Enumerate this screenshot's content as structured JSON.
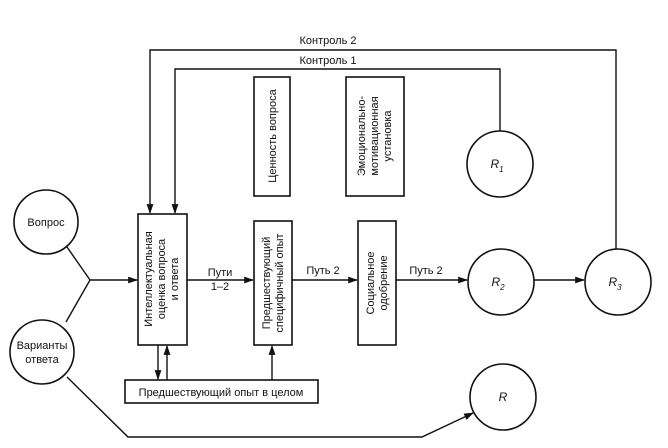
{
  "diagram": {
    "nodes": {
      "question": {
        "label": "Вопрос"
      },
      "answer_options": {
        "label_line1": "Варианты",
        "label_line2": "ответа"
      },
      "intellectual_eval": {
        "line1": "Интеллектуальная",
        "line2": "оценка вопроса",
        "line3": "и ответа"
      },
      "question_value": {
        "line1": "Ценность вопроса"
      },
      "emotional_motivation": {
        "line1": "Эмоционально-",
        "line2": "мотивационная",
        "line3": "установка"
      },
      "specific_experience": {
        "line1": "Предшествующий",
        "line2": "специфичный опыт"
      },
      "social_approval": {
        "line1": "Социальное",
        "line2": "одобрение"
      },
      "general_experience": {
        "label": "Предшествующий опыт в целом"
      },
      "r1": {
        "base": "R",
        "sub": "1"
      },
      "r2": {
        "base": "R",
        "sub": "2"
      },
      "r3": {
        "base": "R",
        "sub": "3"
      },
      "r": {
        "base": "R"
      }
    },
    "edge_labels": {
      "control2": "Контроль 2",
      "control1": "Контроль 1",
      "paths12_line1": "Пути",
      "paths12_line2": "1–2",
      "path2_a": "Путь 2",
      "path2_b": "Путь 2"
    }
  }
}
